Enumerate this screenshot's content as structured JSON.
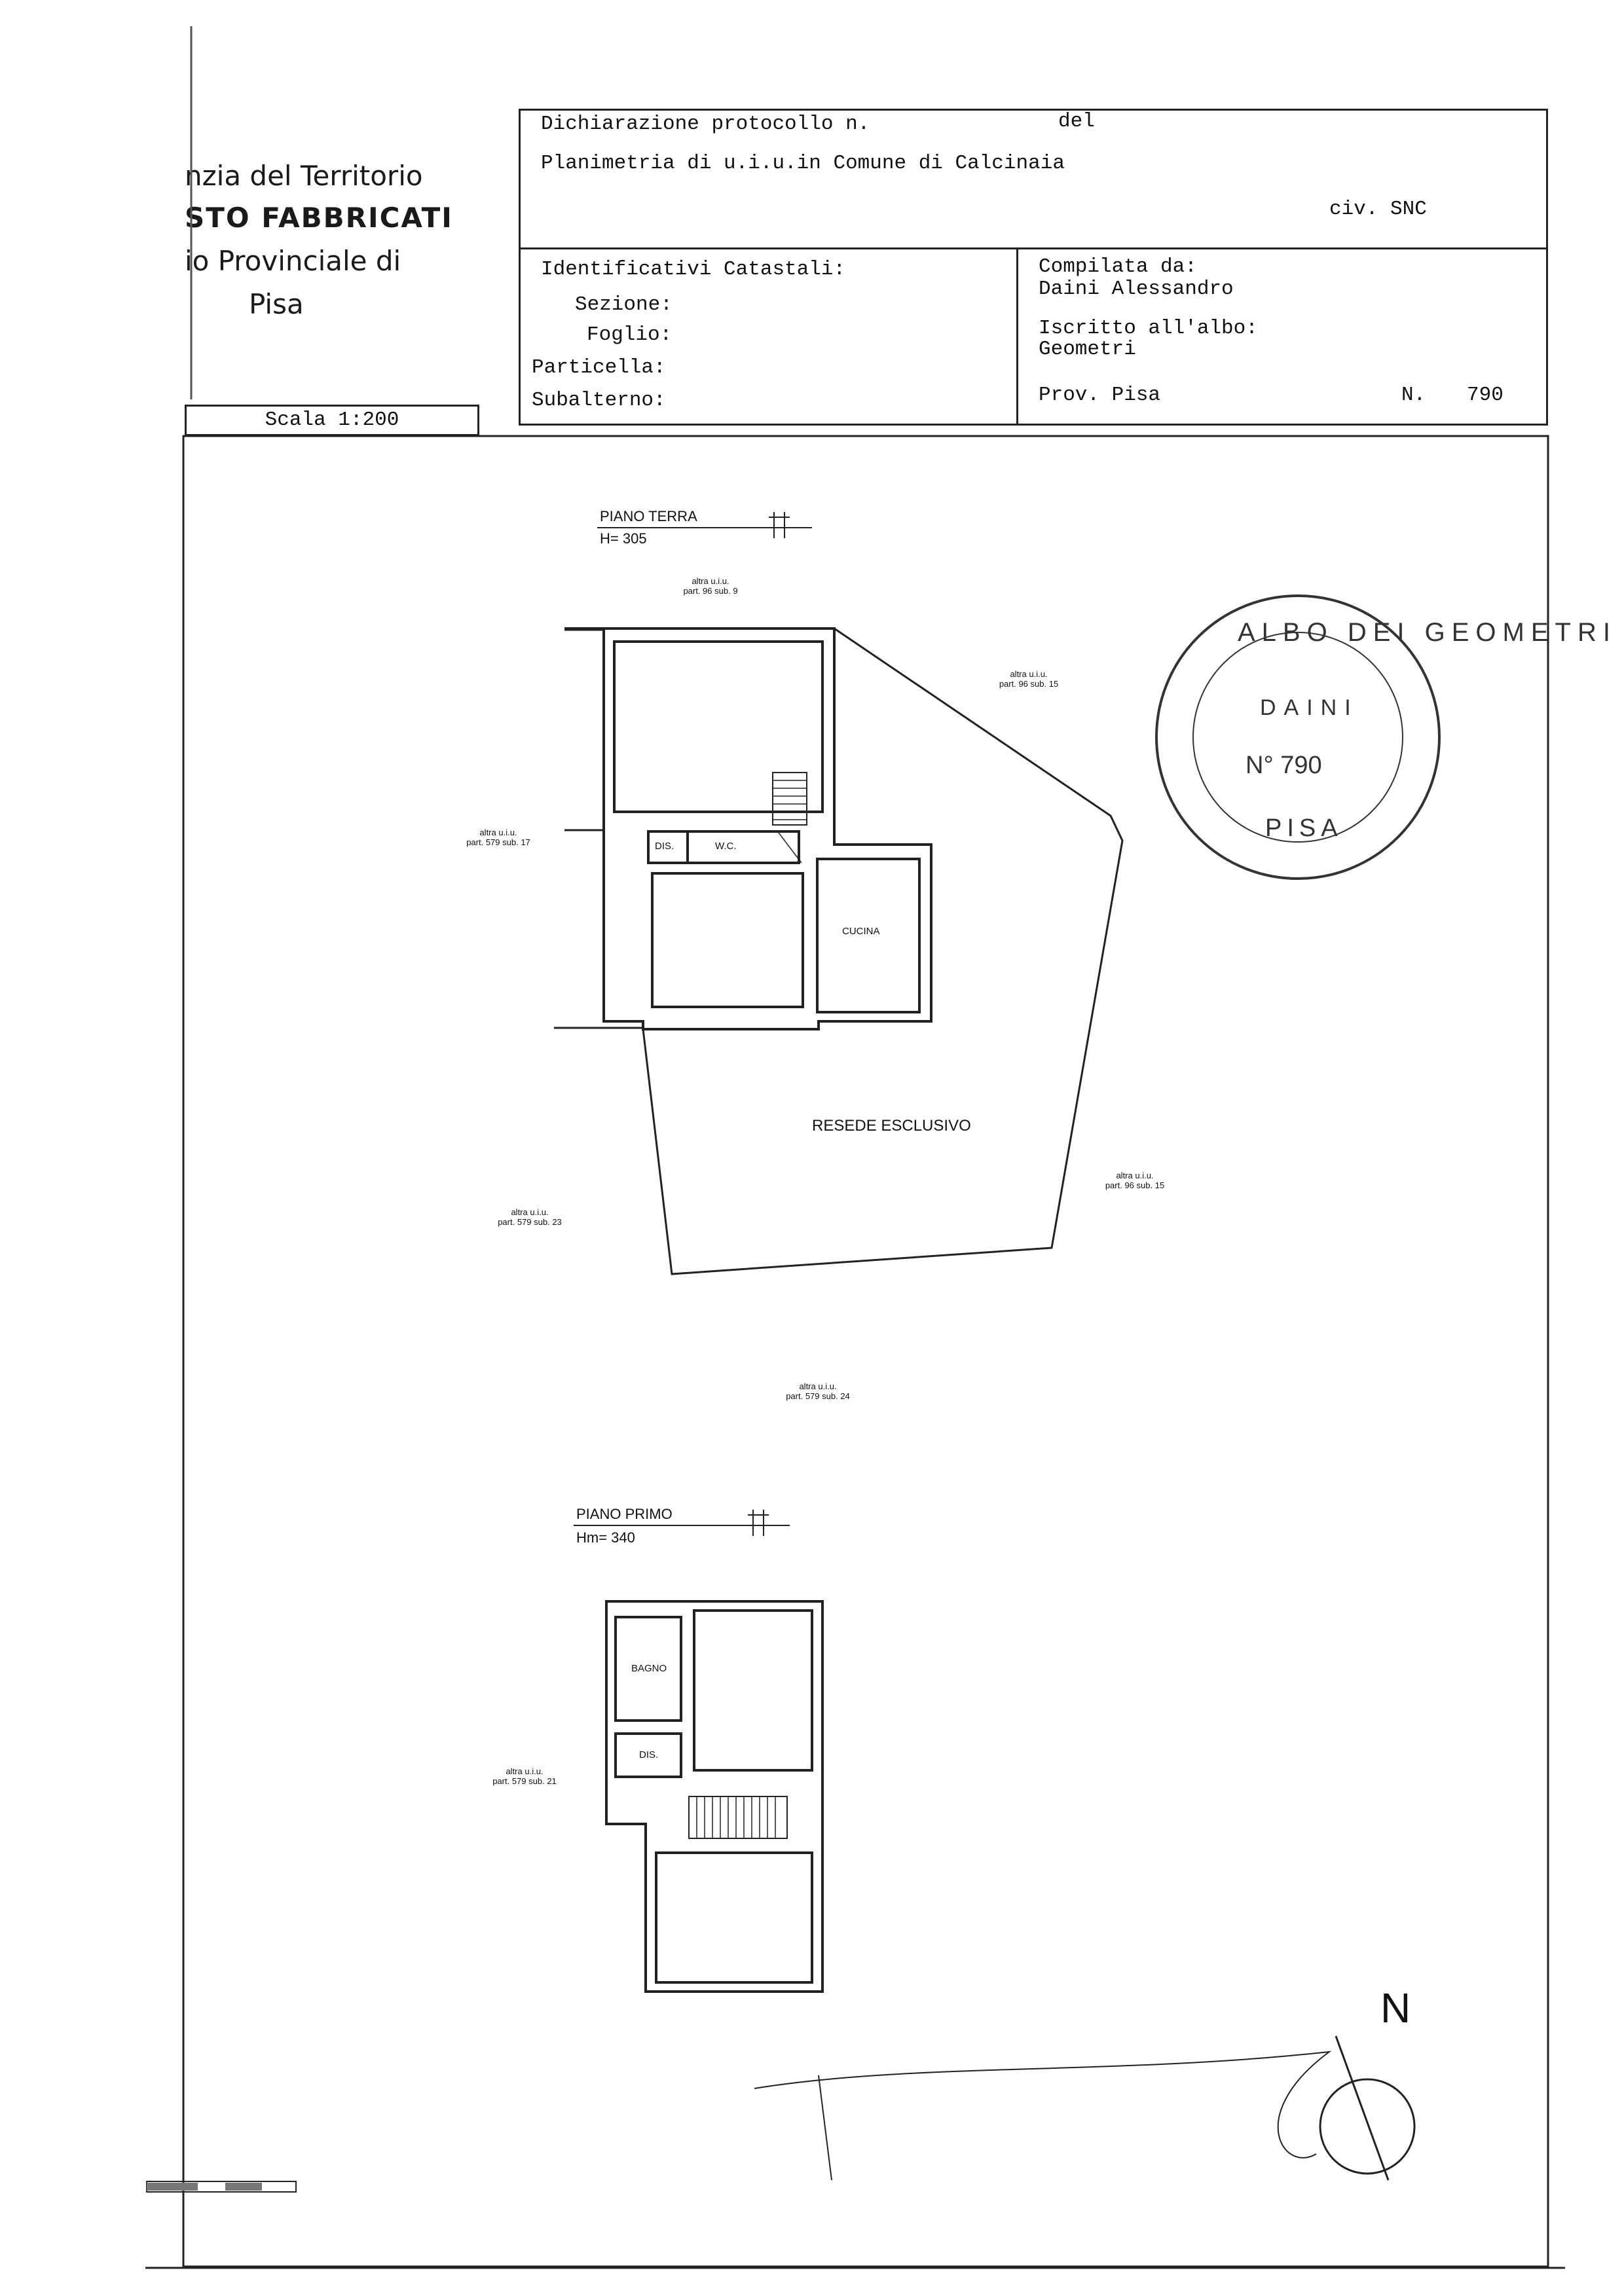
{
  "office": {
    "line1": "nzia del Territorio",
    "line2": "STO FABBRICATI",
    "line3": "io Provinciale di",
    "line4": "Pisa"
  },
  "scale": "Scala 1:200",
  "header": {
    "dichiarazione": "Dichiarazione protocollo n.",
    "del": "del",
    "planimetria": "Planimetria di u.i.u.in Comune di Calcinaia",
    "civ": "civ. SNC",
    "identificativi": "Identificativi Catastali:",
    "sezione": "Sezione:",
    "foglio": "Foglio:",
    "particella": "Particella:",
    "subalterno": "Subalterno:",
    "compilata": "Compilata da:",
    "compilatore": "Daini Alessandro",
    "iscritto": "Iscritto all'albo:",
    "albo": "Geometri",
    "prov": "Prov. Pisa",
    "n_label": "N.",
    "n_value": "790"
  },
  "ground_floor": {
    "title": "PIANO TERRA",
    "height": "H= 305",
    "rooms": {
      "dis": "DIS.",
      "wc": "W.C.",
      "cucina": "CUCINA",
      "resede": "RESEDE ESCLUSIVO"
    },
    "neighbors": {
      "top_1": "altra u.i.u.",
      "top_2": "part. 96 sub. 9",
      "right_top_1": "altra u.i.u.",
      "right_top_2": "part. 96 sub. 15",
      "left_1": "altra u.i.u.",
      "left_2": "part. 579 sub. 17",
      "right_low_1": "altra u.i.u.",
      "right_low_2": "part. 96 sub. 15",
      "left_low_1": "altra u.i.u.",
      "left_low_2": "part. 579 sub. 23",
      "bottom_1": "altra u.i.u.",
      "bottom_2": "part. 579 sub. 24"
    }
  },
  "first_floor": {
    "title": "PIANO PRIMO",
    "height": "Hm= 340",
    "rooms": {
      "bagno": "BAGNO",
      "dis": "DIS."
    },
    "neighbors": {
      "left_1": "altra u.i.u.",
      "left_2": "part. 579 sub. 21"
    }
  },
  "stamp": {
    "top_arc": "ALBO DEI GEOMETRI",
    "bottom": "PISA",
    "name": "DAINI",
    "number": "N° 790"
  },
  "north": "N"
}
